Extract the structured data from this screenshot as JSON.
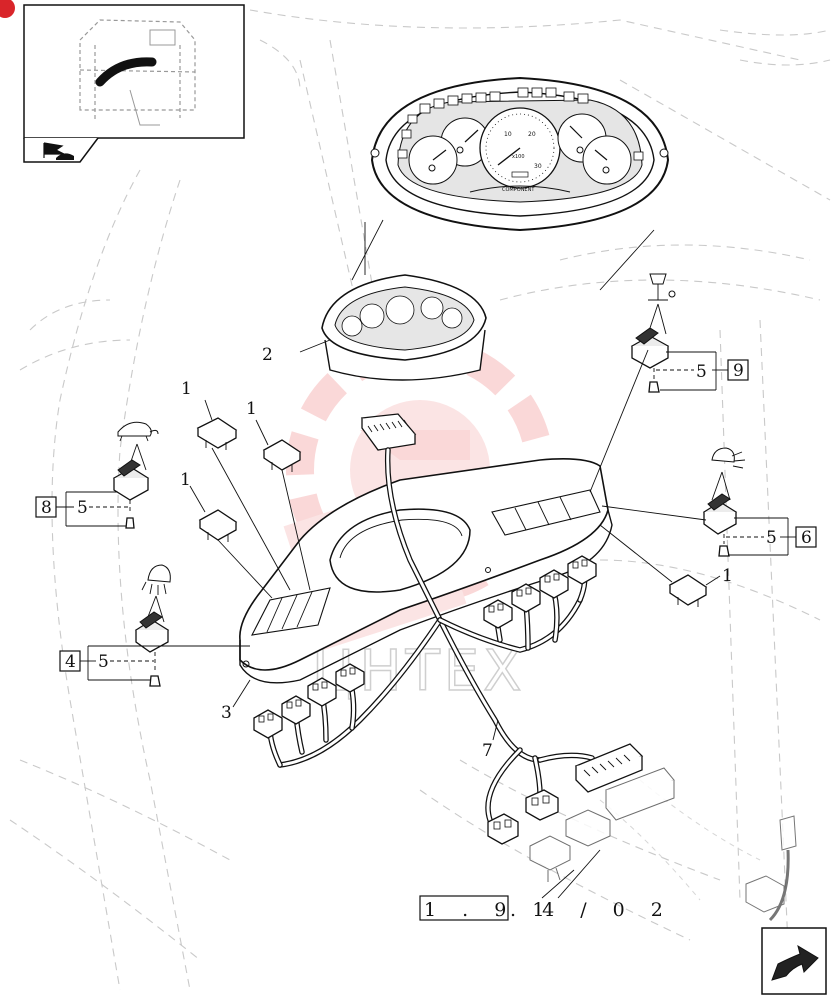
{
  "callouts": [
    {
      "id": "c1a",
      "text": "1"
    },
    {
      "id": "c1b",
      "text": "1"
    },
    {
      "id": "c1c",
      "text": "1"
    },
    {
      "id": "c1d",
      "text": "1"
    },
    {
      "id": "c2",
      "text": "2"
    },
    {
      "id": "c3",
      "text": "3"
    },
    {
      "id": "c5a",
      "text": "5"
    },
    {
      "id": "c5b",
      "text": "5"
    },
    {
      "id": "c5c",
      "text": "5"
    },
    {
      "id": "c5d",
      "text": "5"
    },
    {
      "id": "c7",
      "text": "7"
    }
  ],
  "boxed_labels": [
    {
      "id": "b4",
      "text": "4"
    },
    {
      "id": "b6",
      "text": "6"
    },
    {
      "id": "b8",
      "text": "8"
    },
    {
      "id": "b9",
      "text": "9"
    }
  ],
  "reference": {
    "boxed": "1 . 9 1",
    "suffix": ". 4 / 0 2"
  },
  "cluster": {
    "tach_scale": [
      "10",
      "20",
      "30"
    ],
    "tach_unit": "x100",
    "brand": "COMPONENT"
  },
  "watermark": "ЦНТЕХ",
  "colors": {
    "line": "#111111",
    "ghost": "#c9c9c9",
    "watermark": "#f4a9a9",
    "corner_mark": "#d9252a"
  },
  "icons": [
    "cab-locator-icon",
    "book-flag-icon",
    "next-page-arrow-icon",
    "turtle-icon",
    "lamp-icon",
    "work-light-icon"
  ]
}
